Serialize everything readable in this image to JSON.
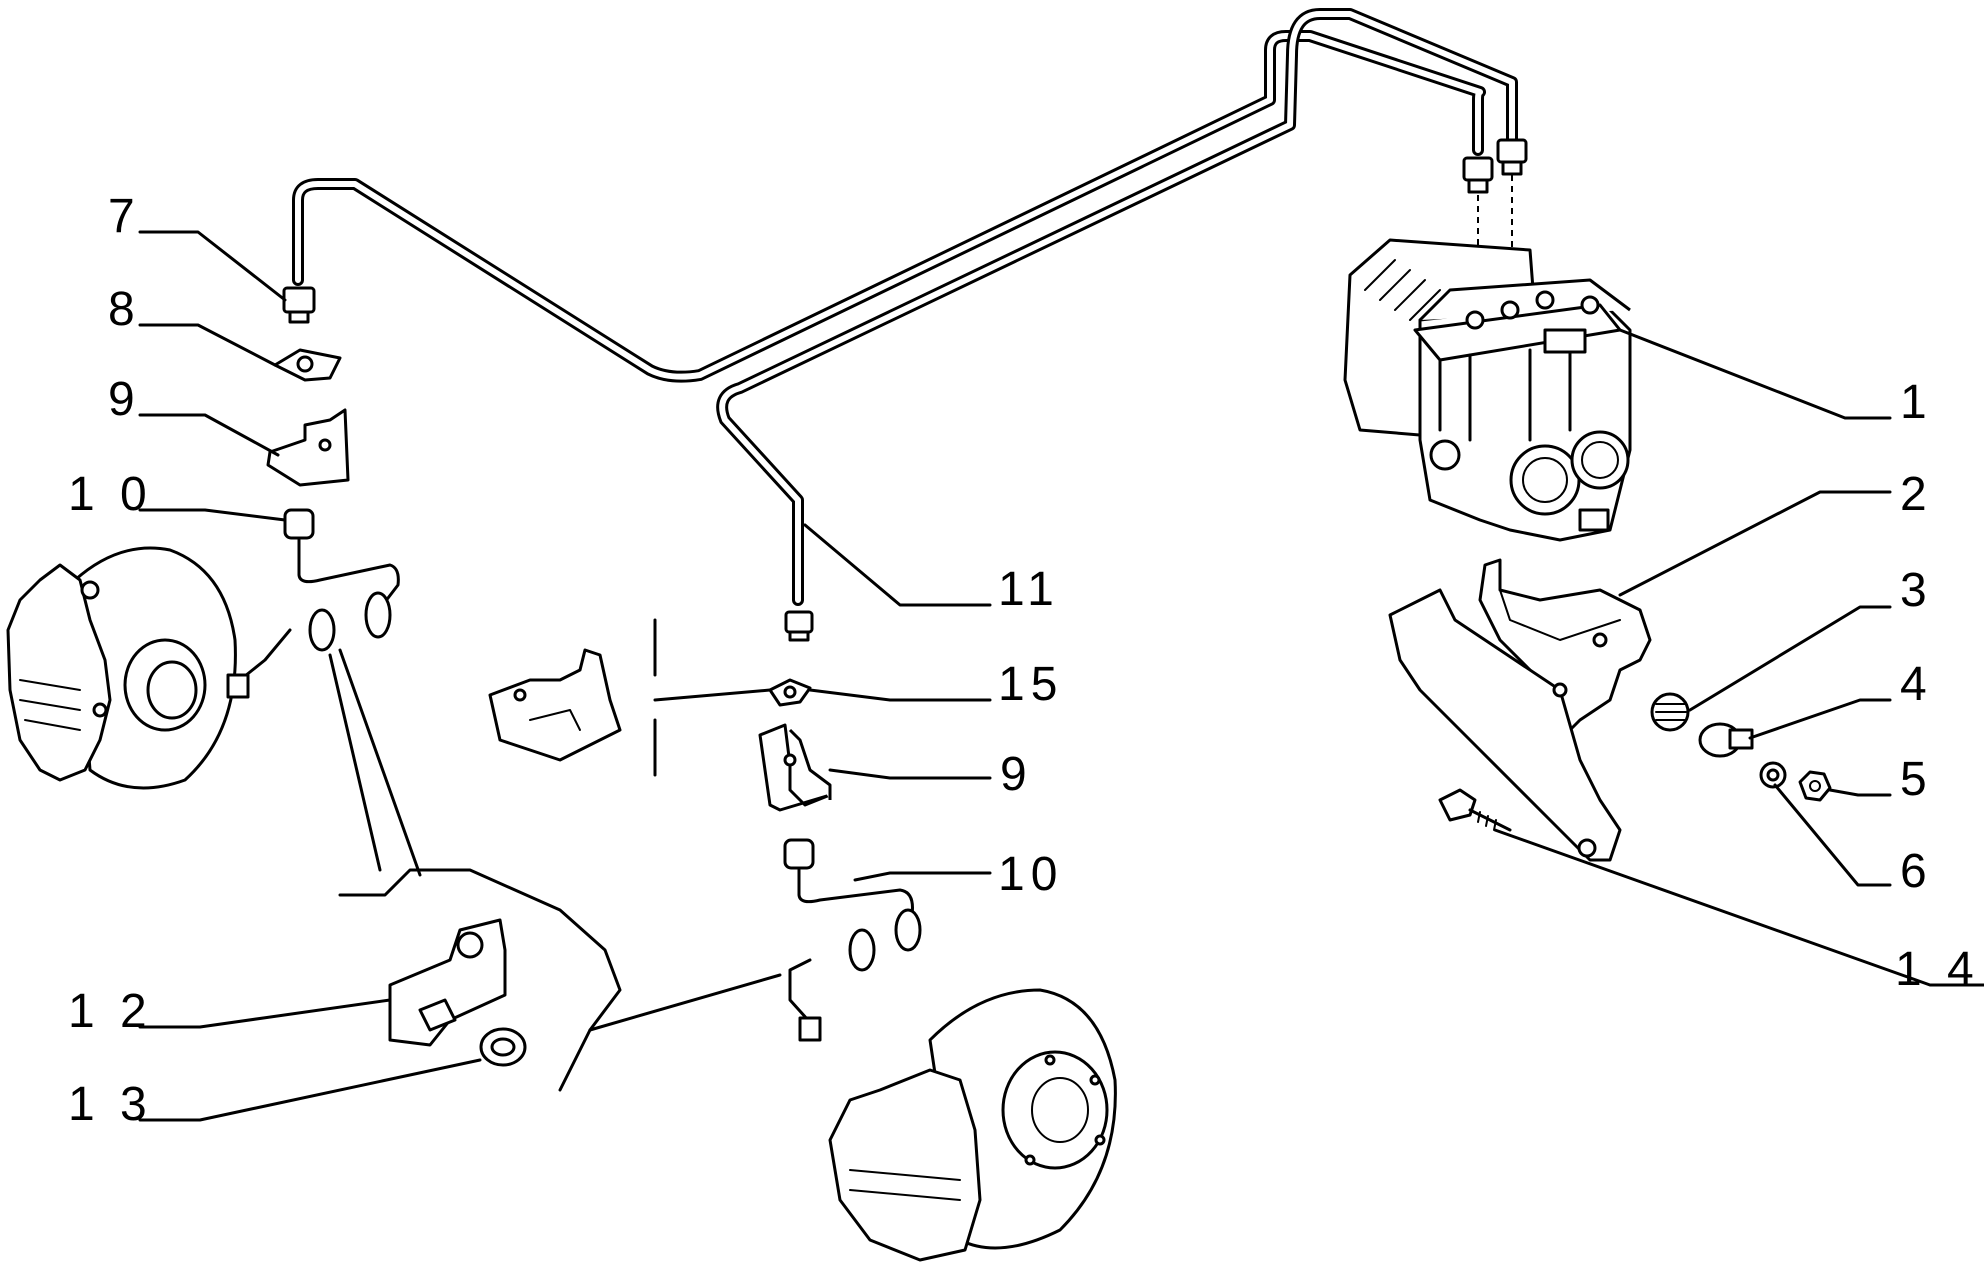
{
  "diagram": {
    "callouts": [
      {
        "id": "c1",
        "text": "1"
      },
      {
        "id": "c2",
        "text": "2"
      },
      {
        "id": "c3",
        "text": "3"
      },
      {
        "id": "c4",
        "text": "4"
      },
      {
        "id": "c5",
        "text": "5"
      },
      {
        "id": "c6",
        "text": "6"
      },
      {
        "id": "c7",
        "text": "7"
      },
      {
        "id": "c8",
        "text": "8"
      },
      {
        "id": "c9a",
        "text": "9"
      },
      {
        "id": "c10a",
        "text": "1 0"
      },
      {
        "id": "c11",
        "text": "11"
      },
      {
        "id": "c15",
        "text": "15"
      },
      {
        "id": "c9b",
        "text": "9"
      },
      {
        "id": "c10b",
        "text": "10"
      },
      {
        "id": "c12",
        "text": "1 2"
      },
      {
        "id": "c13",
        "text": "1 3"
      },
      {
        "id": "c14",
        "text": "1 4"
      }
    ]
  }
}
